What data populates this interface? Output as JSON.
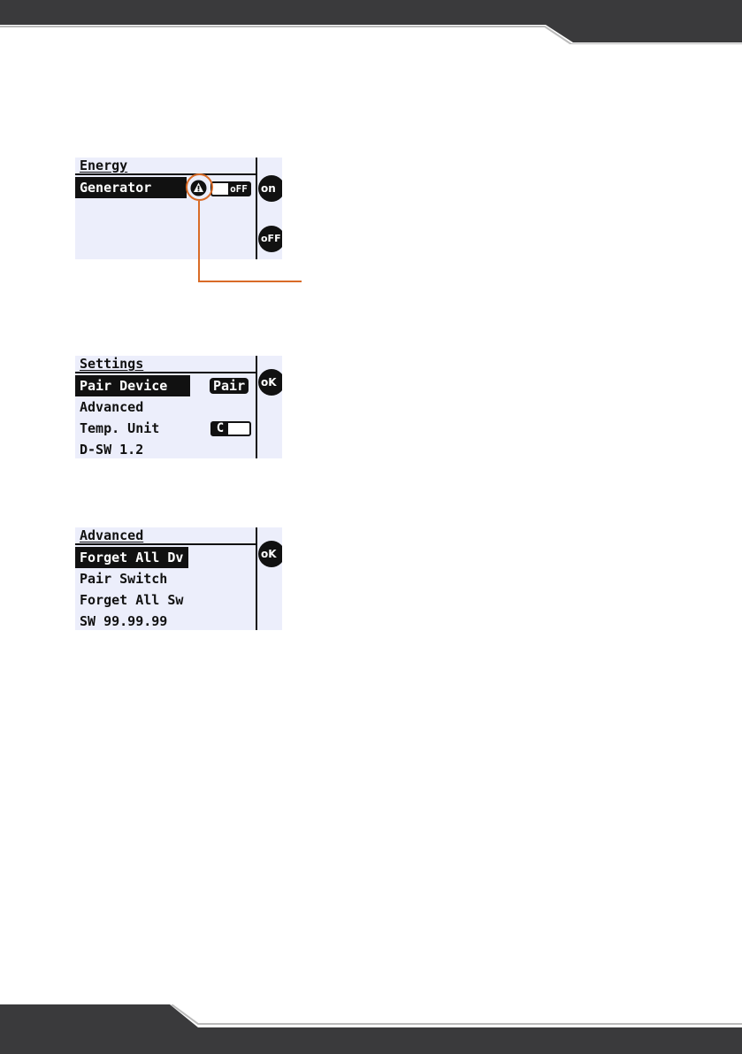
{
  "screens": {
    "energy": {
      "title": "Energy",
      "items": [
        {
          "label": "Generator",
          "selected": true
        }
      ],
      "toggle_label": "oFF",
      "side_buttons": [
        "on",
        "oFF"
      ]
    },
    "settings": {
      "title": "Settings",
      "items": [
        {
          "label": "Pair Device",
          "selected": true
        },
        {
          "label": "Advanced",
          "selected": false
        },
        {
          "label": "Temp. Unit",
          "selected": false
        },
        {
          "label": "D-SW 1.2",
          "selected": false
        }
      ],
      "pair_badge": "Pair",
      "temp_unit_value": "C",
      "side_buttons": [
        "oK"
      ]
    },
    "advanced": {
      "title": "Advanced",
      "items": [
        {
          "label": "Forget All Dv",
          "selected": true
        },
        {
          "label": "Pair Switch",
          "selected": false
        },
        {
          "label": "Forget All Sw",
          "selected": false
        },
        {
          "label": "SW 99.99.99",
          "selected": false
        }
      ],
      "side_buttons": [
        "oK"
      ]
    }
  },
  "colors": {
    "band": "#3a3a3c",
    "lcd_background": "#eceefb",
    "lcd_ink": "#111111",
    "callout": "#d96b27"
  }
}
